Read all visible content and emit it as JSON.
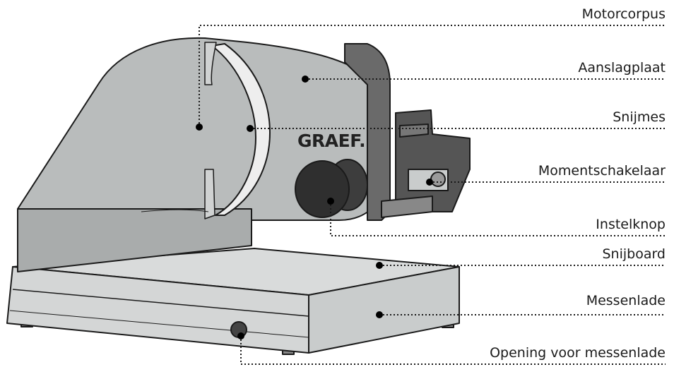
{
  "brand": "GRAEF.",
  "colors": {
    "outline": "#1a1a1a",
    "body": "#b9bcbc",
    "body_dark": "#a9acac",
    "base": "#d9dbdb",
    "base_front": "#c9cccc",
    "blade": "#eeeeee",
    "carriage": "#555555",
    "knob": "#3d3d3d"
  },
  "labels": [
    {
      "key": "motorcorpus",
      "text": "Motorcorpus"
    },
    {
      "key": "aanslagplaat",
      "text": "Aanslagplaat"
    },
    {
      "key": "snijmes",
      "text": "Snijmes"
    },
    {
      "key": "momentschakelaar",
      "text": "Momentschakelaar"
    },
    {
      "key": "instelknop",
      "text": "Instelknop"
    },
    {
      "key": "snijboard",
      "text": "Snijboard"
    },
    {
      "key": "messenlade",
      "text": "Messenlade"
    },
    {
      "key": "opening",
      "text": "Opening voor messenlade"
    }
  ]
}
